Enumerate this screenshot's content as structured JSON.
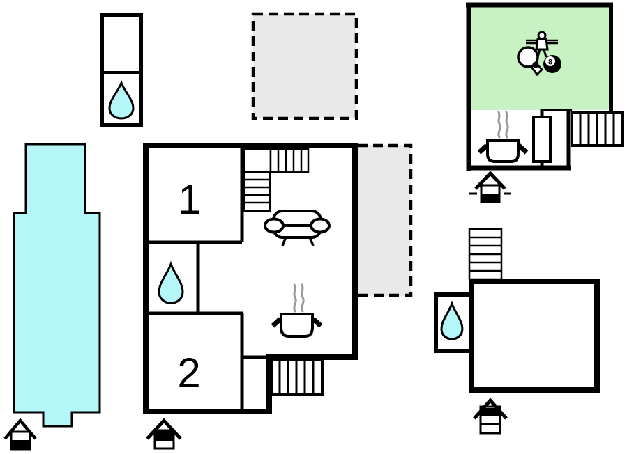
{
  "plan": {
    "rooms": {
      "room1_label": "1",
      "room2_label": "2"
    },
    "billiard_ball_label": "8"
  },
  "colors": {
    "outline": "#000000",
    "water": "#b5f7f8",
    "terrace": "#e9e9e9",
    "game_room": "#c9f2c4",
    "steam": "#999999",
    "background": "#ffffff"
  },
  "icons": [
    "swimming-pool",
    "water-drop-icon",
    "sofa-icon",
    "cooking-pot-icon",
    "steam-icon",
    "stairs-icon",
    "entrance-icon",
    "table-tennis-paddle-icon",
    "billiard-8-ball-icon",
    "foosball-player-icon"
  ]
}
